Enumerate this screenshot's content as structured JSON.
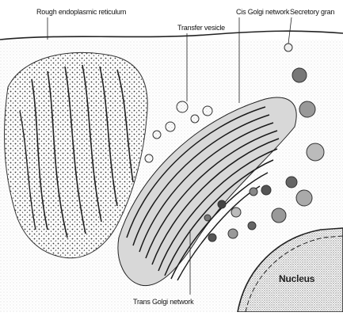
{
  "labels": {
    "rough_er": "Rough endoplasmic reticulum",
    "transfer_vesicle": "Transfer vesicle",
    "cis_golgi": "Cis Golgi network",
    "secretory": "Secretory gran",
    "trans_golgi": "Trans Golgi network",
    "nucleus": "Nucleus"
  },
  "colors": {
    "ink": "#1a1a1a",
    "paper": "#ffffff",
    "stipple": "#6a6a6a",
    "vesicle_dark": "#555555",
    "vesicle_mid": "#8a8a8a",
    "vesicle_light": "#c8c8c8"
  }
}
